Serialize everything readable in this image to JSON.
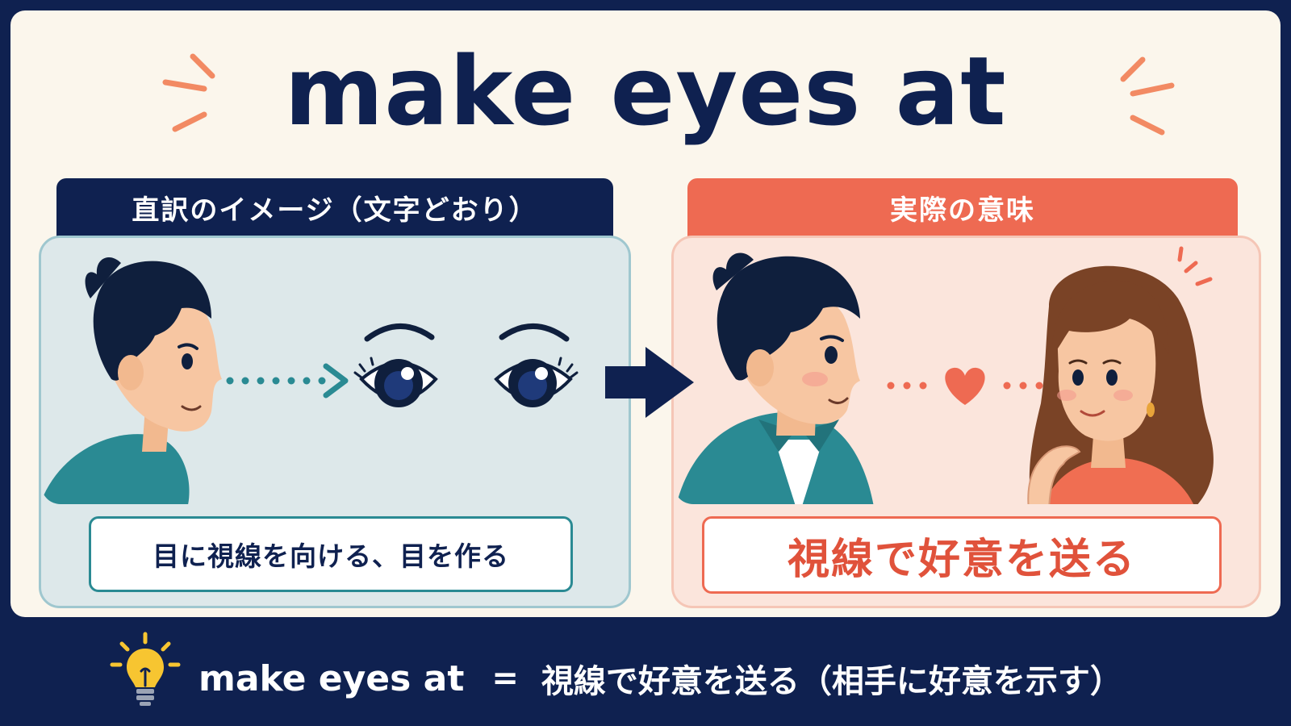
{
  "title": "make eyes at",
  "left_panel": {
    "header": "直訳のイメージ（文字どおり）",
    "caption": "目に視線を向ける、目を作る"
  },
  "right_panel": {
    "header": "実際の意味",
    "caption": "視線で好意を送る"
  },
  "summary": {
    "term": "make eyes at",
    "equals": "=",
    "meaning": "視線で好意を送る（相手に好意を示す）"
  },
  "colors": {
    "navy": "#0f2150",
    "coral": "#ee6a52",
    "teal": "#2a8a93",
    "cream": "#fbf6ec",
    "bulb": "#f7c531"
  },
  "icons": [
    "lightbulb-icon",
    "arrow-right-icon",
    "heart-icon",
    "eye-icon"
  ]
}
